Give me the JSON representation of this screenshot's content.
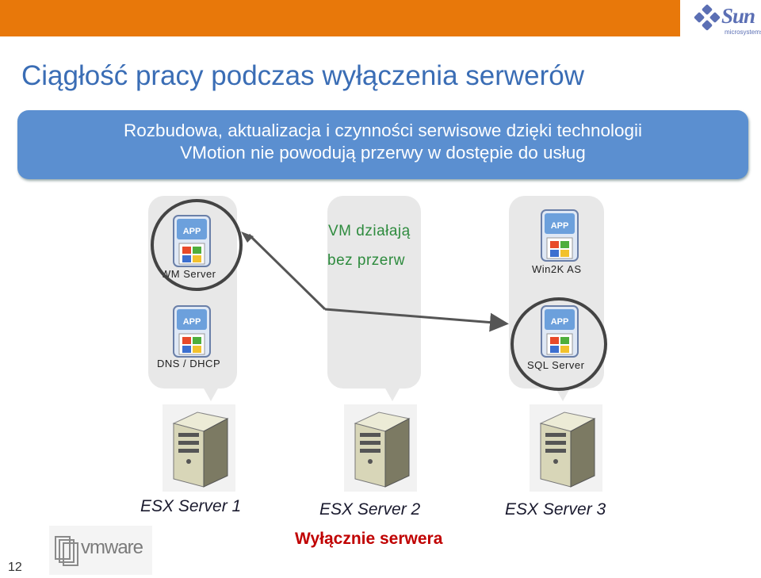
{
  "slide": {
    "title": "Ciągłość pracy podczas wyłączenia serwerów",
    "banner_line1": "Rozbudowa, aktualizacja i czynności serwisowe dzięki technologii",
    "banner_line2": "VMotion nie powodują przerwy w dostępie do usług",
    "page_number": "12",
    "logo_text": "Sun",
    "logo_sub": "microsystems",
    "vmware_text": "vmware",
    "colors": {
      "top_bar": "#e8780a",
      "title": "#3a6db5",
      "banner": "#5b8fd0",
      "center_text": "#2e8b3e",
      "shutdown": "#c00000"
    }
  },
  "vms": {
    "wm_server": "WM Server",
    "dns_dhcp": "DNS / DHCP",
    "win2k_as": "Win2K AS",
    "sql_server": "SQL Server",
    "app_icon_text": "APP"
  },
  "center": {
    "line1": "VM działają",
    "line2": "bez przerw"
  },
  "servers": {
    "esx1": "ESX Server 1",
    "esx2": "ESX Server 2",
    "esx3": "ESX Server 3",
    "shutdown_note": "Wyłącznie serwera"
  }
}
